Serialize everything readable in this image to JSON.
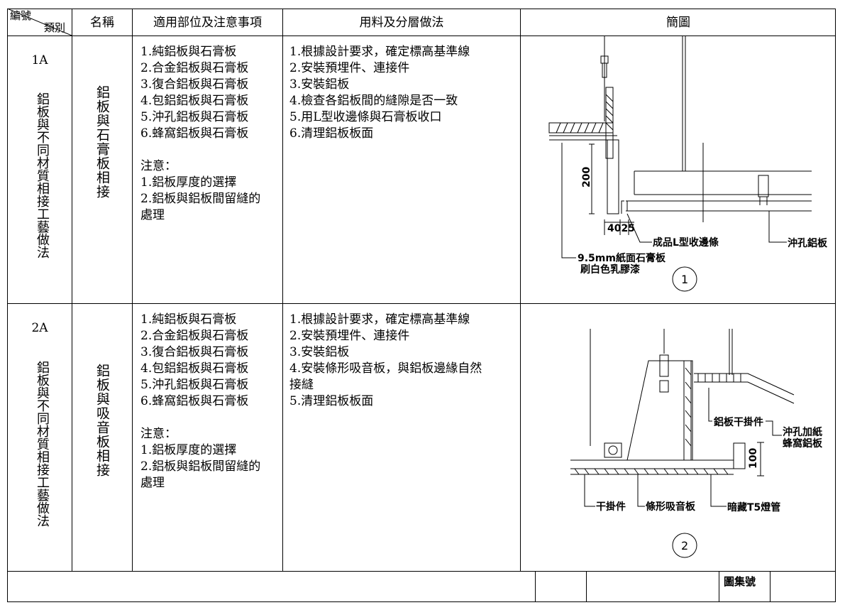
{
  "header": {
    "corner_top": "編號",
    "corner_bottom": "類別",
    "name": "名稱",
    "scope": "適用部位及注意事項",
    "method": "用料及分層做法",
    "diagram": "簡圖"
  },
  "rows": [
    {
      "code": "1A",
      "category": "鋁板與不同材質相接工藝做法",
      "name": "鋁板與石膏板相接",
      "scope_items": [
        "1.純鋁板與石膏板",
        "2.合金鋁板與石膏板",
        "3.復合鋁板與石膏板",
        "4.包鋁鋁板與石膏板",
        "5.沖孔鋁板與石膏板",
        "6.蜂窩鋁板與石膏板"
      ],
      "note_title": "注意：",
      "notes": [
        "1.鋁板厚度的選擇",
        "2.鋁板與鋁板間留縫的",
        "處理"
      ],
      "method_items": [
        "1.根據設計要求，確定標高基準線",
        "2.安裝預埋件、連接件",
        "3.安裝鋁板",
        "4.檢查各鋁板間的縫隙是否一致",
        "5.用L型收邊條與石膏板收口",
        "6.清理鋁板板面"
      ],
      "diagram": {
        "number": "1",
        "label_gypsum_1": "9.5mm紙面石膏板",
        "label_gypsum_2": "刷白色乳膠漆",
        "label_edge": "成品L型收邊條",
        "label_panel": "沖孔鋁板",
        "dim_height": "200",
        "dim_small": "4025"
      }
    },
    {
      "code": "2A",
      "category": "鋁板與不同材質相接工藝做法",
      "name": "鋁板與吸音板相接",
      "scope_items": [
        "1.純鋁板與石膏板",
        "2.合金鋁板與石膏板",
        "3.復合鋁板與石膏板",
        "4.包鋁鋁板與石膏板",
        "5.沖孔鋁板與石膏板",
        "6.蜂窩鋁板與石膏板"
      ],
      "note_title": "注意：",
      "notes": [
        "1.鋁板厚度的選擇",
        "2.鋁板與鋁板間留縫的",
        "處理"
      ],
      "method_items": [
        "1.根據設計要求，確定標高基準線",
        "2.安裝預埋件、連接件",
        "3.安裝鋁板",
        "4.安裝條形吸音板，與鋁板邊緣自然",
        "接縫",
        "5.清理鋁板板面"
      ],
      "diagram": {
        "number": "2",
        "label_hanger_al": "鋁板干掛件",
        "label_panel_1": "沖孔加紙",
        "label_panel_2": "蜂窩鋁板",
        "label_hanger": "干掛件",
        "label_strip": "條形吸音板",
        "label_light": "暗藏T5燈管",
        "dim_height": "100"
      }
    }
  ],
  "footer": {
    "atlas_label": "圖集號"
  }
}
